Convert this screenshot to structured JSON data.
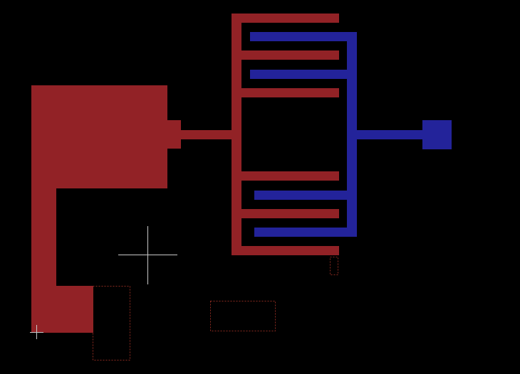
{
  "colors": {
    "background": "#000000",
    "red_layer": "#922226",
    "blue_layer": "#23239a",
    "dashed_outline": "#8b2a20",
    "cursor": "#c8c8c8"
  },
  "layers": {
    "red": {
      "name": "red-layer-shapes"
    },
    "blue": {
      "name": "blue-layer-shapes"
    }
  },
  "overlays": {
    "dashed_boxes": "dashed-outline-boxes",
    "crosshair": "crosshair-cursor-icon",
    "origin": "origin-marker-icon"
  }
}
